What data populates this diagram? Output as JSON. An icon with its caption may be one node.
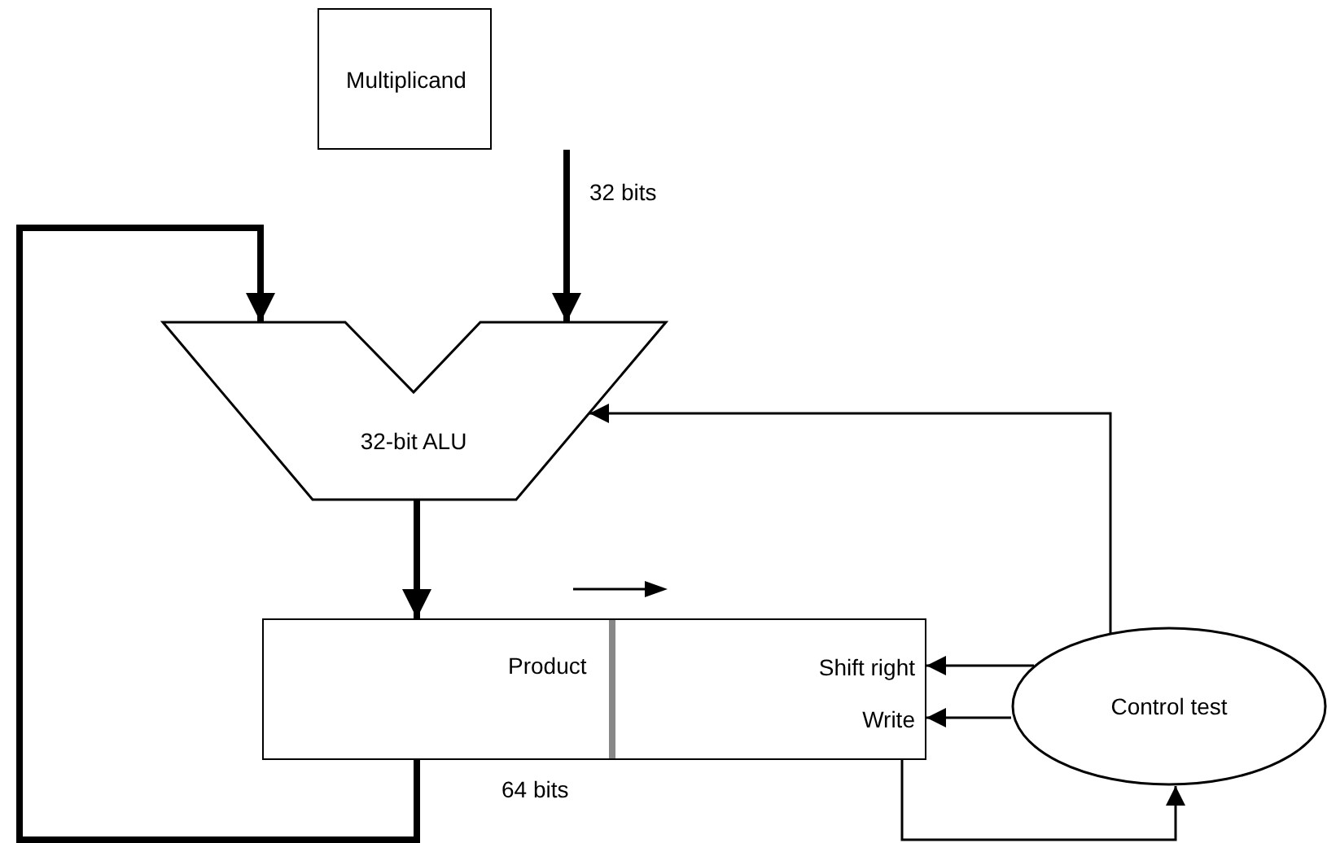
{
  "diagram": {
    "nodes": [
      {
        "text": [
          "Multiplicand"
        ]
      },
      {
        "text": [
          "32-bit ALU"
        ]
      },
      {
        "text": [
          "Product",
          "Shift right",
          "Write"
        ],
        "beside": [
          "64 bits"
        ]
      },
      {
        "text": [
          "Control test"
        ]
      }
    ],
    "edges": [
      {
        "from": 0,
        "to": 1,
        "arrow": "to",
        "label": "32 bits",
        "style": "thick"
      },
      {
        "from": 2,
        "to": 1,
        "arrow": "to",
        "style": "thick"
      },
      {
        "from": 1,
        "to": 2,
        "arrow": "to",
        "style": "thick"
      },
      {
        "from": 3,
        "to": 2,
        "arrow": "to"
      },
      {
        "from": 3,
        "to": 2,
        "arrow": "to"
      },
      {
        "from": 3,
        "to": 1,
        "arrow": "to"
      },
      {
        "from": 2,
        "to": 3,
        "arrow": "to"
      }
    ]
  }
}
